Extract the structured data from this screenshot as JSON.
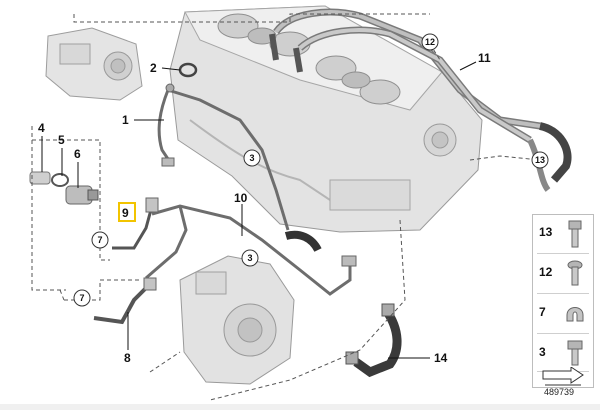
{
  "callouts": [
    {
      "id": "1",
      "text": "1"
    },
    {
      "id": "2",
      "text": "2"
    },
    {
      "id": "4",
      "text": "4"
    },
    {
      "id": "5",
      "text": "5"
    },
    {
      "id": "6",
      "text": "6"
    },
    {
      "id": "8",
      "text": "8"
    },
    {
      "id": "9",
      "text": "9"
    },
    {
      "id": "10",
      "text": "10"
    },
    {
      "id": "11",
      "text": "11"
    },
    {
      "id": "14",
      "text": "14"
    }
  ],
  "circled_refs": {
    "c12": "12",
    "c13": "13",
    "c3a": "3",
    "c3b": "3",
    "c7a": "7",
    "c7b": "7"
  },
  "key_panel": {
    "rows": [
      {
        "number": "13",
        "icon": "bolt-icon"
      },
      {
        "number": "12",
        "icon": "screw-icon"
      },
      {
        "number": "7",
        "icon": "clamp-icon"
      },
      {
        "number": "3",
        "icon": "bolt-icon"
      }
    ],
    "arrow_icon": "reference-arrow-icon"
  },
  "document_number": "489739",
  "highlight_color": "#f2c400"
}
